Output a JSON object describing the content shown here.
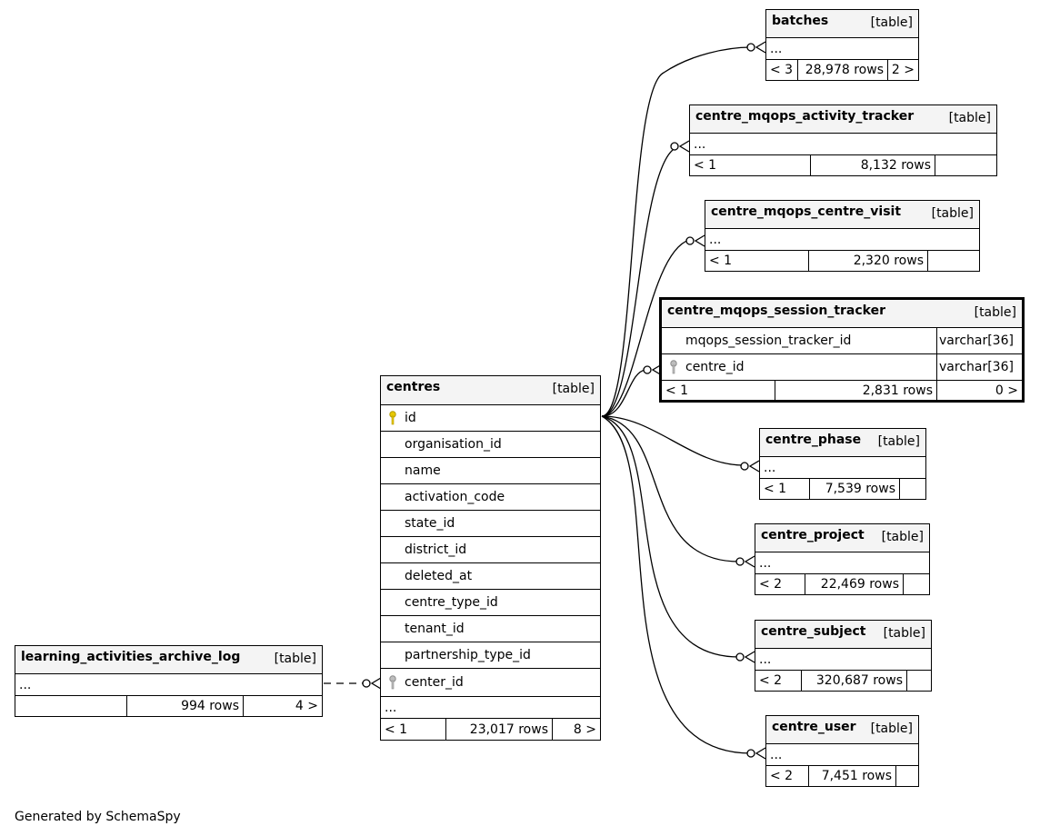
{
  "centres": {
    "name": "centres",
    "type": "[table]",
    "columns": [
      "id",
      "organisation_id",
      "name",
      "activation_code",
      "state_id",
      "district_id",
      "deleted_at",
      "centre_type_id",
      "tenant_id",
      "partnership_type_id",
      "center_id"
    ],
    "more": "...",
    "parents": "< 1",
    "rows": "23,017 rows",
    "children": "8 >"
  },
  "session_tracker": {
    "name": "centre_mqops_session_tracker",
    "type": "[table]",
    "col1": "mqops_session_tracker_id",
    "col1_type": "varchar[36]",
    "col2": "centre_id",
    "col2_type": "varchar[36]",
    "parents": "< 1",
    "rows": "2,831 rows",
    "children": "0 >"
  },
  "archive_log": {
    "name": "learning_activities_archive_log",
    "type": "[table]",
    "more": "...",
    "parents": "",
    "rows": "994 rows",
    "children": "4 >"
  },
  "child_tables": [
    {
      "name": "batches",
      "type": "[table]",
      "more": "...",
      "parents": "< 3",
      "rows": "28,978 rows",
      "children": "2 >"
    },
    {
      "name": "centre_mqops_activity_tracker",
      "type": "[table]",
      "more": "...",
      "parents": "< 1",
      "rows": "8,132 rows",
      "children": ""
    },
    {
      "name": "centre_mqops_centre_visit",
      "type": "[table]",
      "more": "...",
      "parents": "< 1",
      "rows": "2,320 rows",
      "children": ""
    },
    {
      "name": "centre_phase",
      "type": "[table]",
      "more": "...",
      "parents": "< 1",
      "rows": "7,539 rows",
      "children": ""
    },
    {
      "name": "centre_project",
      "type": "[table]",
      "more": "...",
      "parents": "< 2",
      "rows": "22,469 rows",
      "children": ""
    },
    {
      "name": "centre_subject",
      "type": "[table]",
      "more": "...",
      "parents": "< 2",
      "rows": "320,687 rows",
      "children": ""
    },
    {
      "name": "centre_user",
      "type": "[table]",
      "more": "...",
      "parents": "< 2",
      "rows": "7,451 rows",
      "children": ""
    }
  ],
  "footer": "Generated by SchemaSpy"
}
